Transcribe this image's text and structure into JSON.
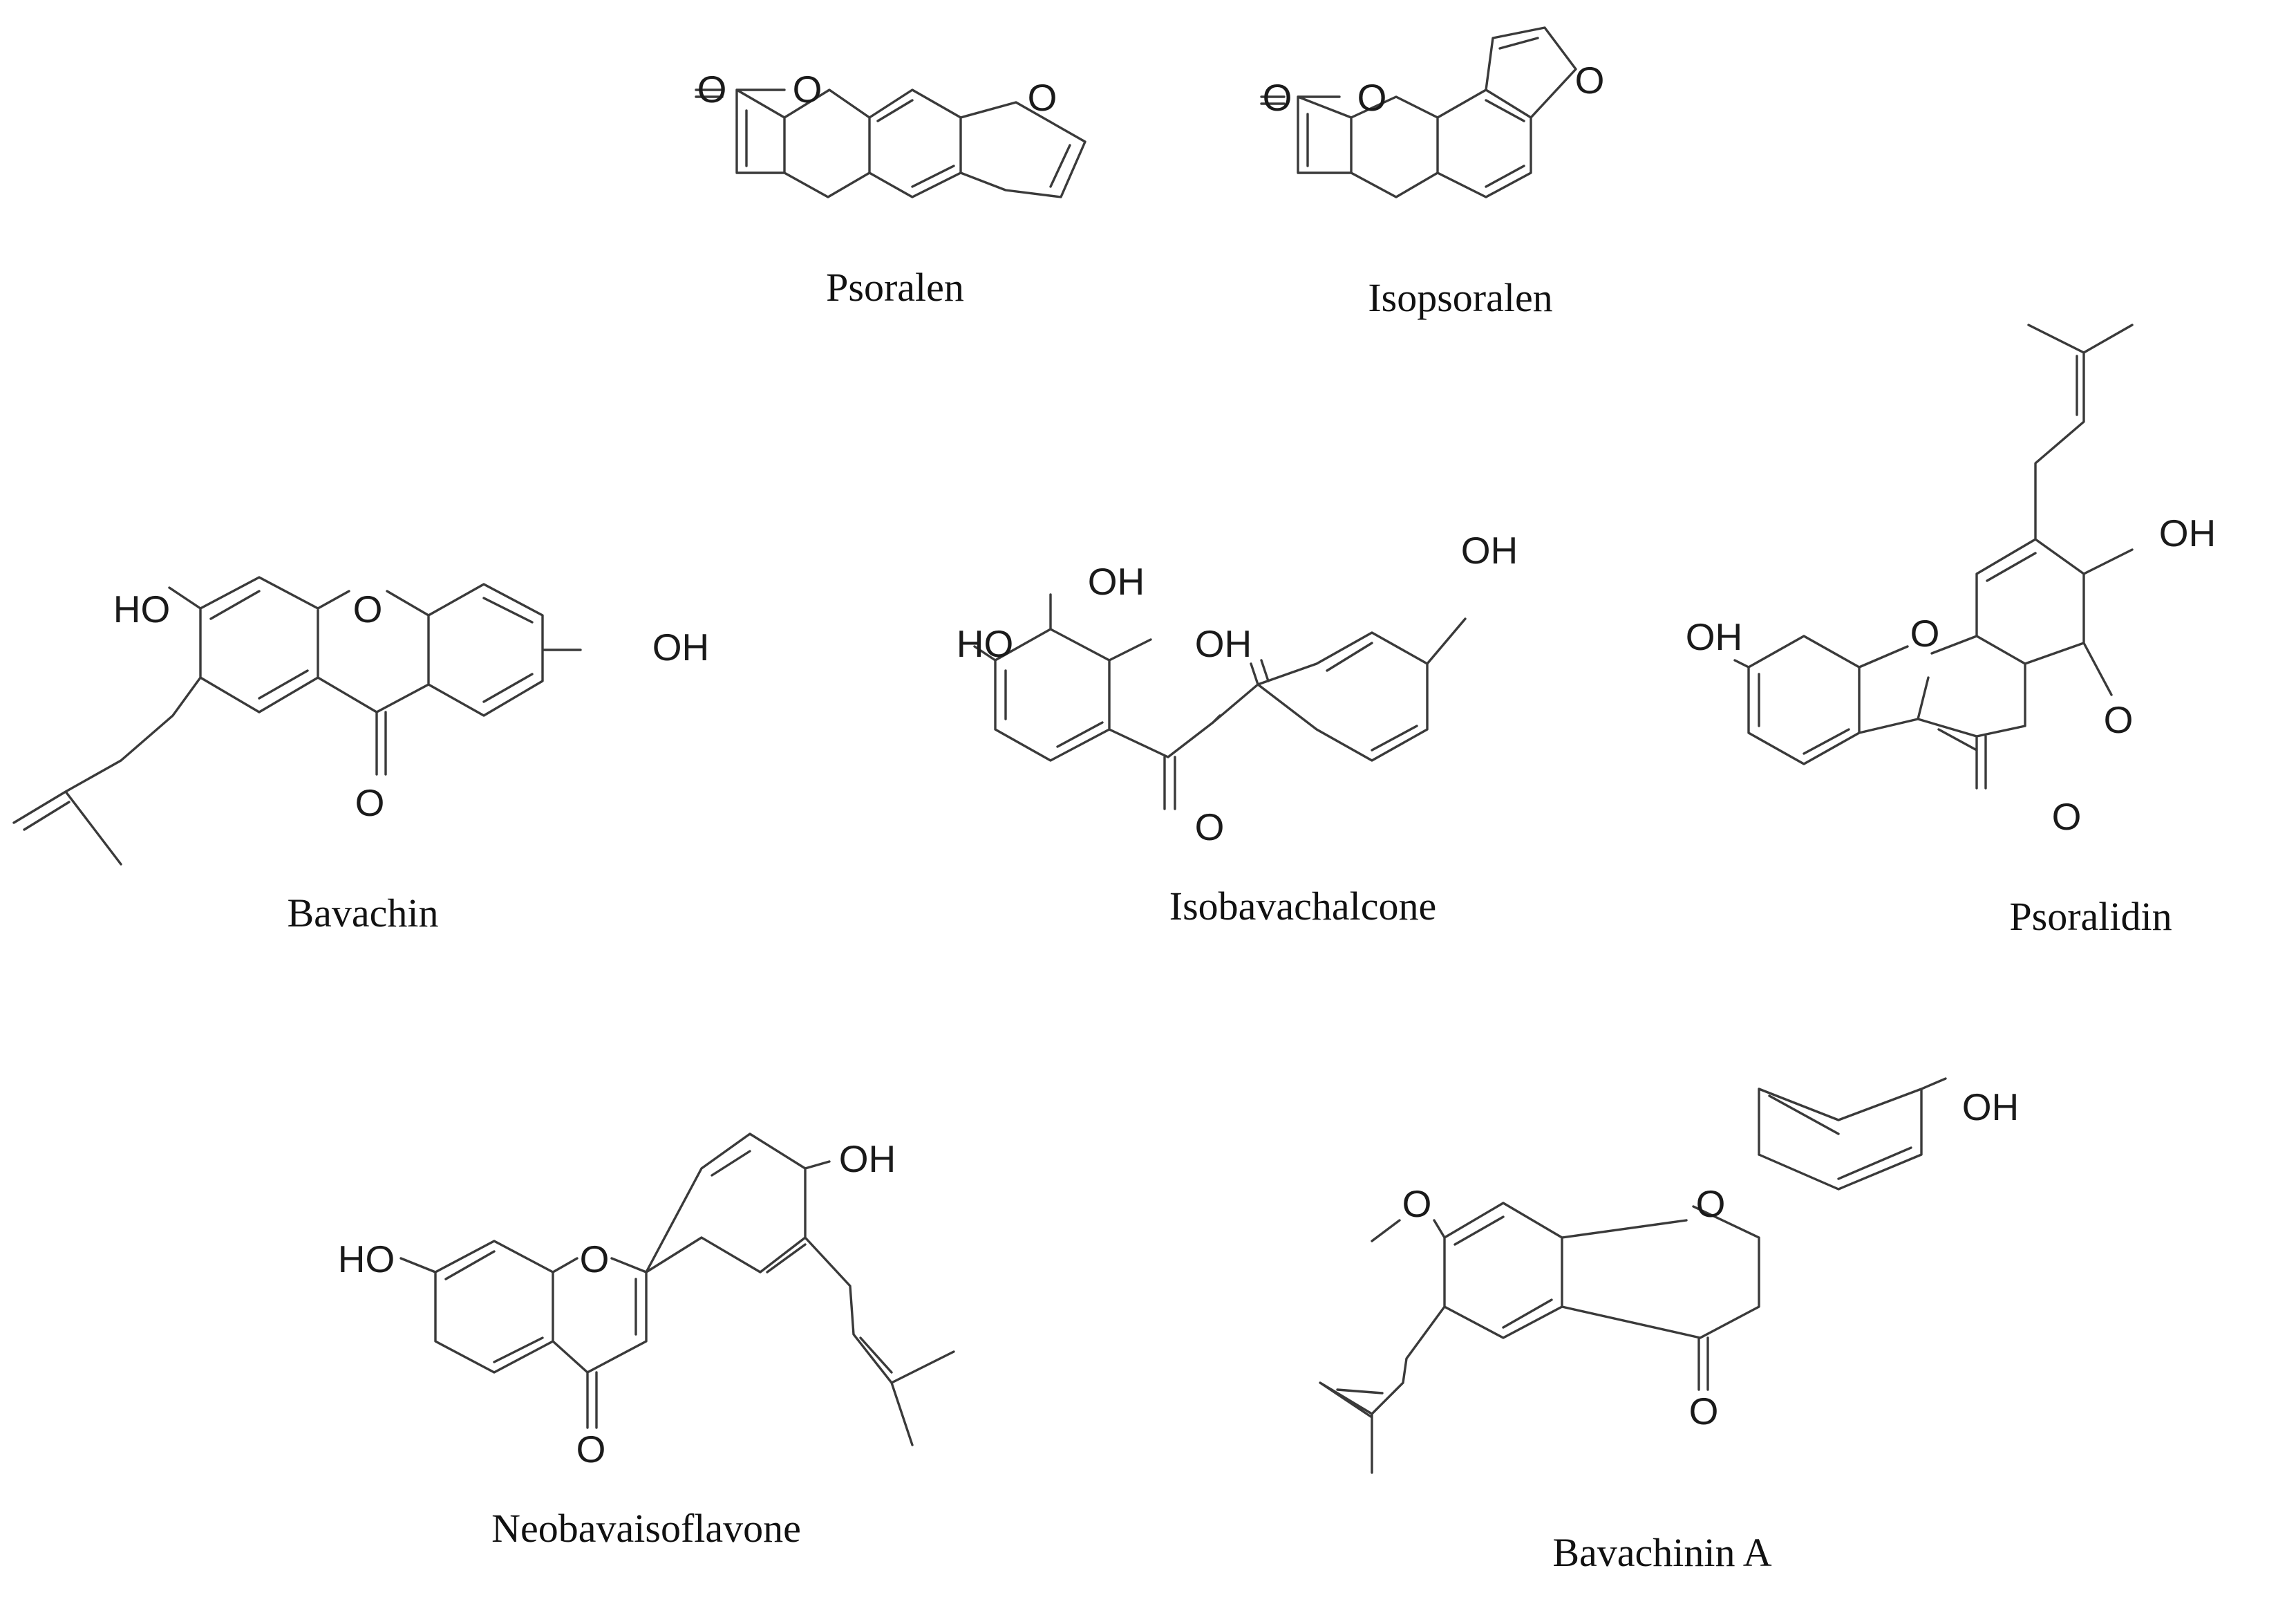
{
  "compounds": [
    {
      "name": "Psoralen",
      "atoms": [
        "O",
        "O",
        "O"
      ]
    },
    {
      "name": "Isopsoralen",
      "atoms": [
        "O",
        "O",
        "O"
      ]
    },
    {
      "name": "Bavachin",
      "atoms": [
        "HO",
        "O",
        "OH",
        "O"
      ]
    },
    {
      "name": "Isobavachalcone",
      "atoms": [
        "OH",
        "OH",
        "HO",
        "OH",
        "O"
      ]
    },
    {
      "name": "Psoralidin",
      "atoms": [
        "OH",
        "OH",
        "O",
        "O",
        "O"
      ]
    },
    {
      "name": "Neobavaisoflavone",
      "atoms": [
        "OH",
        "HO",
        "O",
        "O"
      ]
    },
    {
      "name": "Bavachinin A",
      "atoms": [
        "OH",
        "O",
        "O",
        "O"
      ]
    }
  ]
}
